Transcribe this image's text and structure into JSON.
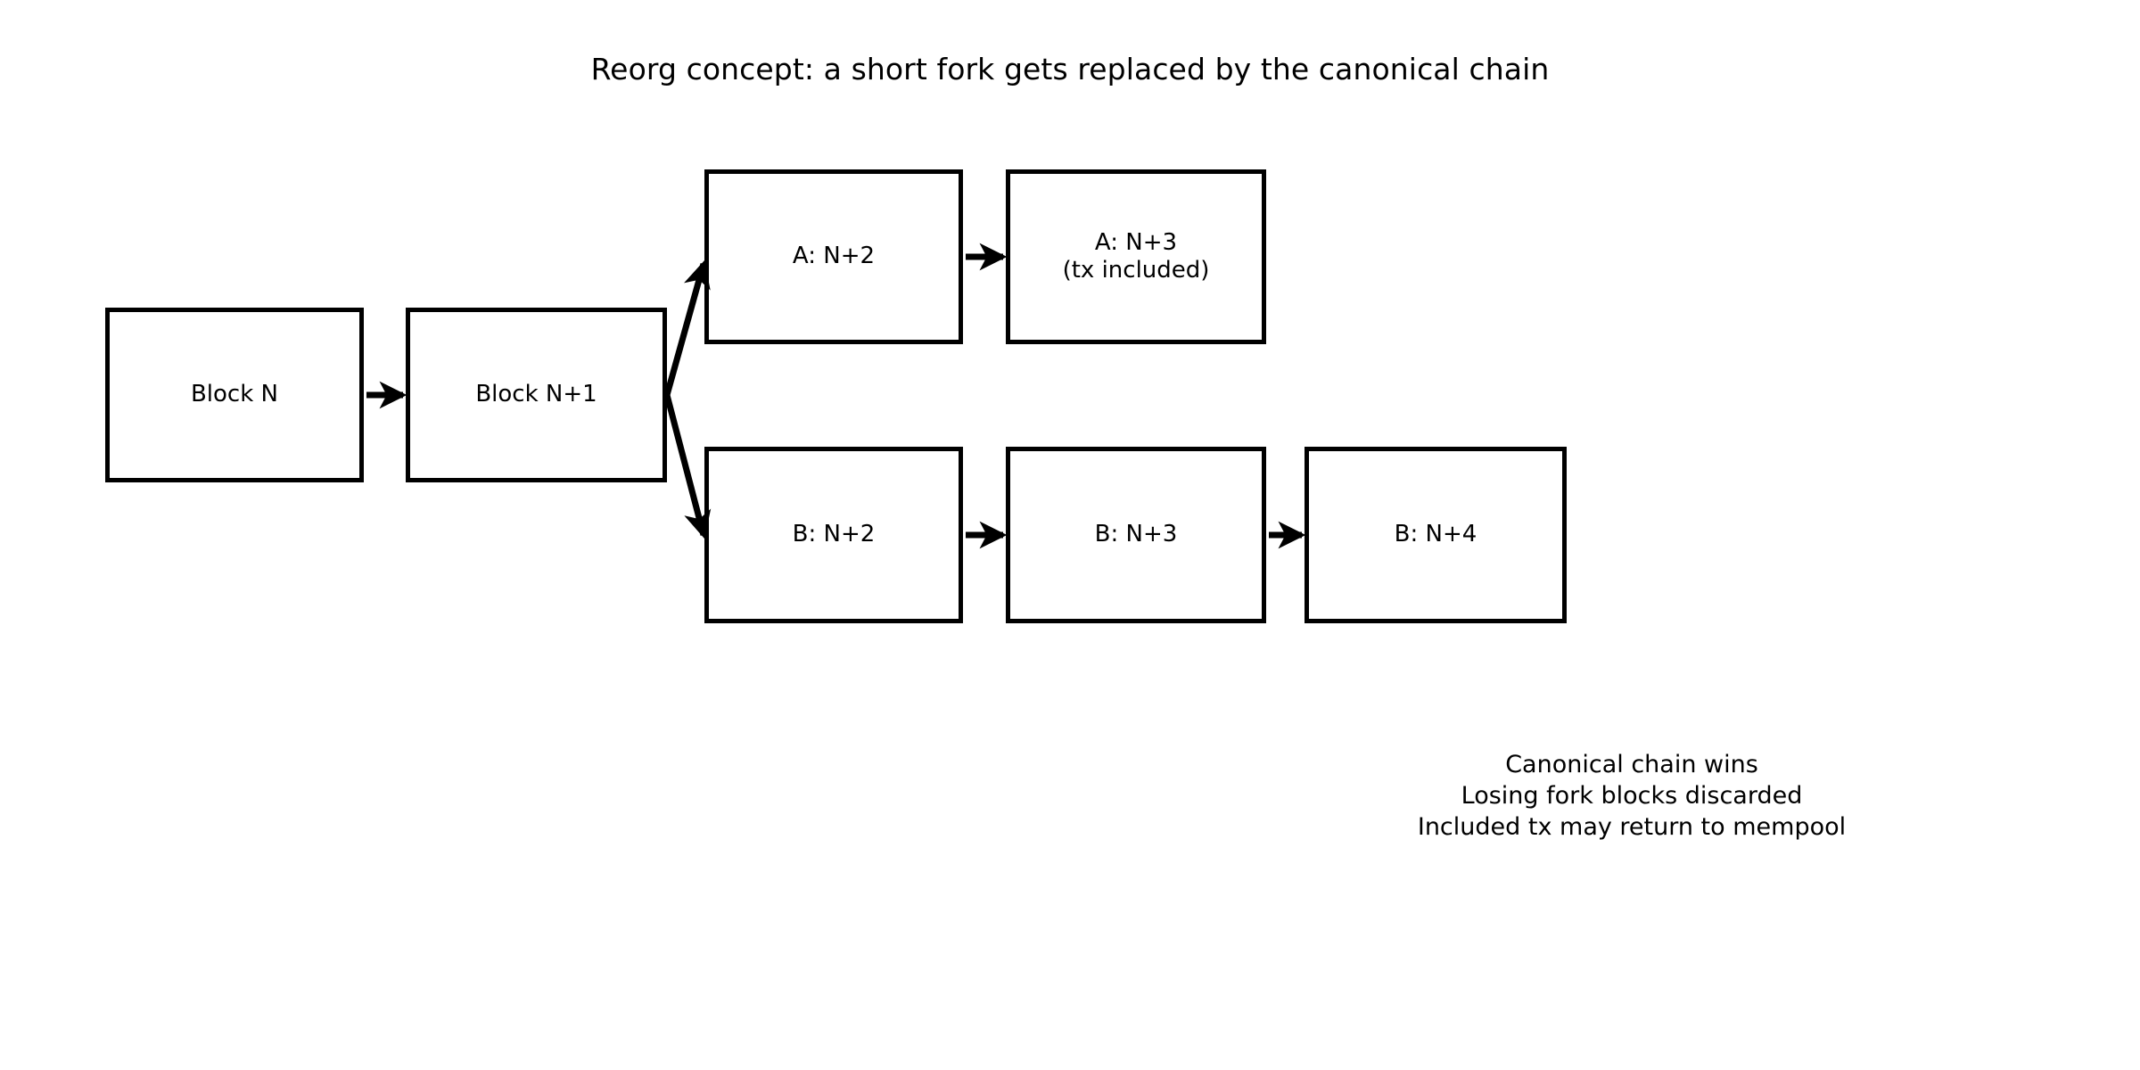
{
  "title": "Reorg concept: a short fork gets replaced by the canonical chain",
  "colors": {
    "background": "#ffffff",
    "stroke": "#000000",
    "text": "#000000",
    "block_fill": "#ffffff"
  },
  "blocks": {
    "base_n": {
      "label": "Block N"
    },
    "base_n1": {
      "label": "Block N+1"
    },
    "fork_a_n2": {
      "label": "A: N+2"
    },
    "fork_a_n3": {
      "label": "A: N+3\n(tx included)"
    },
    "fork_b_n2": {
      "label": "B: N+2"
    },
    "fork_b_n3": {
      "label": "B: N+3"
    },
    "fork_b_n4": {
      "label": "B: N+4"
    }
  },
  "caption": {
    "line1": "Canonical chain wins",
    "line2": "Losing fork blocks discarded",
    "line3": "Included tx may return to mempool"
  },
  "arrows": {
    "n_to_n1": "arrow-right-icon",
    "fork_up": "arrow-fork-up-icon",
    "fork_down": "arrow-fork-down-icon",
    "a2_to_a3": "arrow-right-icon",
    "b2_to_b3": "arrow-right-icon",
    "b3_to_b4": "arrow-right-icon"
  }
}
